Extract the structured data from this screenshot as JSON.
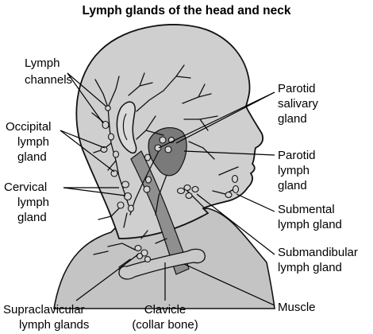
{
  "title": "Lymph glands of the head and neck",
  "labels": {
    "lymph_channels": [
      "Lymph",
      "channels"
    ],
    "occipital": [
      "Occipital",
      "lymph",
      "gland"
    ],
    "cervical": [
      "Cervical",
      "lymph",
      "gland"
    ],
    "parotid_salivary": [
      "Parotid",
      "salivary",
      "gland"
    ],
    "parotid_lymph": [
      "Parotid",
      "lymph",
      "gland"
    ],
    "submental": [
      "Submental",
      "lymph gland"
    ],
    "submandibular": [
      "Submandibular",
      "lymph gland"
    ],
    "supraclavicular": [
      "Supraclavicular",
      "lymph glands"
    ],
    "clavicle": [
      "Clavicle",
      "(collar bone)"
    ],
    "muscle": [
      "Muscle"
    ]
  },
  "colors": {
    "head_fill": "#cfcfcf",
    "shoulder_fill": "#c4c4c4",
    "gland_fill": "#7a7a7a",
    "muscle_fill": "#8f8f8f",
    "node_fill": "#d4d4d4",
    "outline": "#111111"
  }
}
